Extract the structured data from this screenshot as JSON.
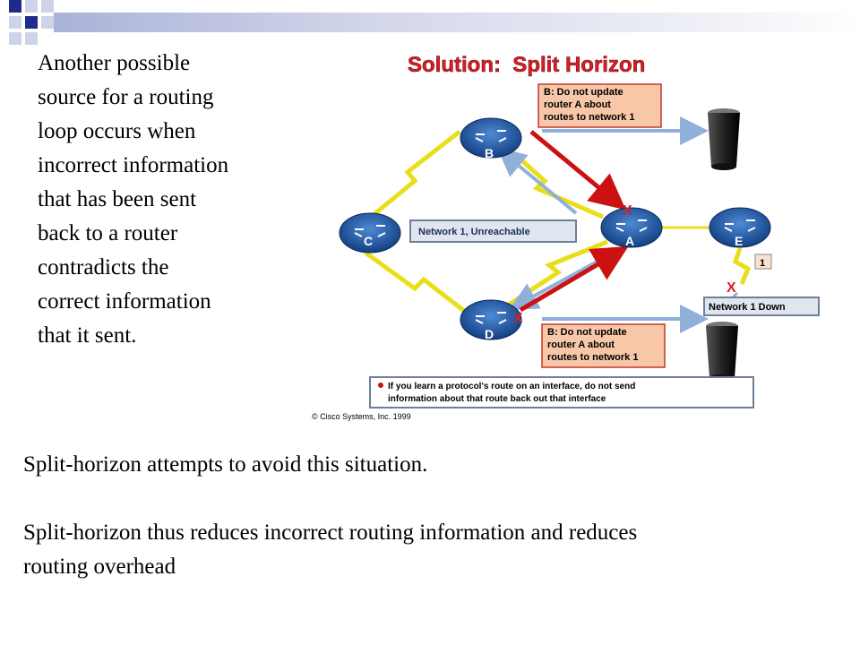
{
  "intro_lines": [
    "Another possible",
    "source for a routing",
    "loop occurs when",
    "incorrect information",
    "that has been sent",
    "back to a router",
    "contradicts the",
    "correct information",
    "that it sent."
  ],
  "diagram": {
    "title": "Solution:  Split Horizon",
    "callout_top": [
      "B: Do not update",
      "router A about",
      "routes to network 1"
    ],
    "callout_bottom": [
      "B: Do not update",
      "router A about",
      "routes to network 1"
    ],
    "unreachable_label": "Network 1, Unreachable",
    "network_down_label": "Network 1 Down",
    "link_number": "1",
    "x_mark": "X",
    "routers": {
      "a": "A",
      "b": "B",
      "c": "C",
      "d": "D",
      "e": "E"
    },
    "bullet_note": [
      "If you learn a protocol's route on an interface, do not send",
      "information about that route back out that interface"
    ],
    "copyright": "© Cisco Systems, Inc. 1999",
    "colors": {
      "title_red": "#d51f26",
      "callout_fill": "#f7c7a8",
      "callout_border": "#c0392b",
      "router_blue": "#1b5aa6",
      "link_yellow": "#e8df1a",
      "arrow_red": "#cc1111",
      "arrow_blue": "#8fb0d8"
    }
  },
  "body_lines": [
    "Split-horizon attempts to avoid this situation.",
    "Split-horizon thus reduces incorrect routing information and reduces",
    "routing overhead"
  ]
}
